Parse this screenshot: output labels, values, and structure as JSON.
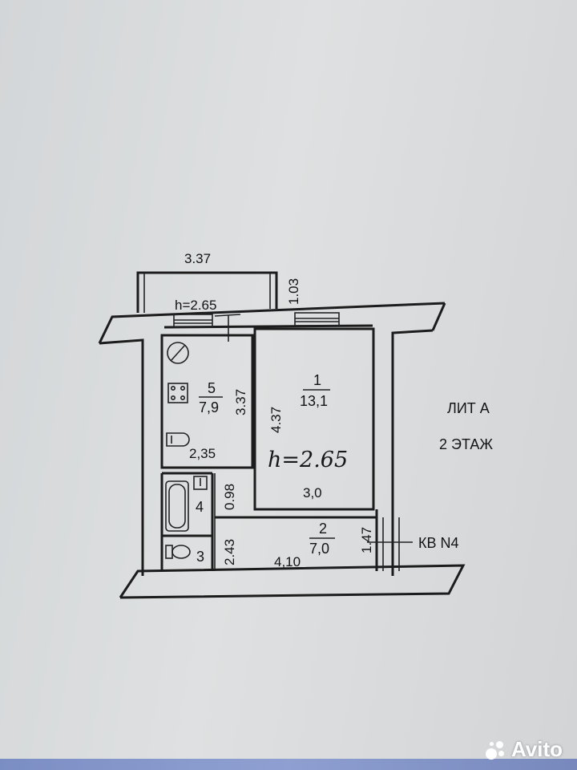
{
  "plan": {
    "balcony_width": "3.37",
    "balcony_depth": "1.03",
    "ceiling_height_print": "h=2.65",
    "ceiling_height_handwritten": "h=2.65",
    "rooms": {
      "room1": {
        "number": "1",
        "area": "13,1",
        "width": "3,0",
        "length": "4.37"
      },
      "room2": {
        "number": "2",
        "area": "7,0",
        "length": "4,10",
        "width": "1.47"
      },
      "room3": {
        "number": "3"
      },
      "room4": {
        "number": "4"
      },
      "room5": {
        "number": "5",
        "area": "7,9",
        "length": "3.37",
        "width": "2,35"
      }
    },
    "corridor_dims": {
      "short": "0.98",
      "long": "2.43"
    },
    "floor_label_line1": "ЛИТ А",
    "floor_label_line2": "2 ЭТАЖ",
    "apartment_label": "КВ N4"
  },
  "watermark": {
    "brand": "Avito"
  },
  "colors": {
    "ink": "#1c1c1c",
    "paper": "#dcdfe0",
    "strip": "#3a59b8"
  }
}
